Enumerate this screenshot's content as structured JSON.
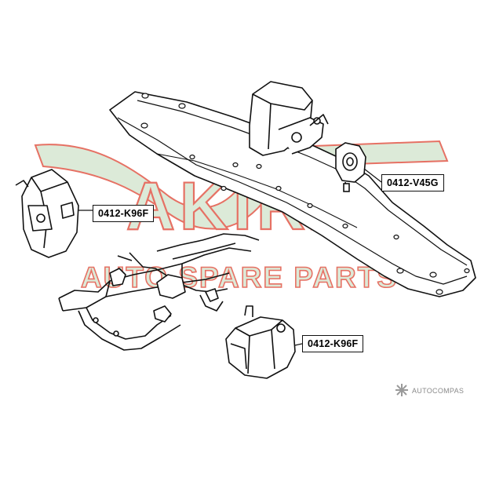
{
  "watermark": {
    "logo_text": "AKIRA",
    "tagline": "AUTO SPARE PARTS",
    "colors": {
      "fill": "#d8e8d3",
      "outline": "#e56a5c"
    }
  },
  "labels": {
    "v45g": "0412-V45G",
    "k96f_top": "0412-K96F",
    "k96f_bottom": "0412-K96F"
  },
  "corner_brand": {
    "text": "AUTOCOMPAS",
    "icon": "star-logo-icon"
  },
  "colors": {
    "line": "#111111",
    "background": "#ffffff"
  }
}
